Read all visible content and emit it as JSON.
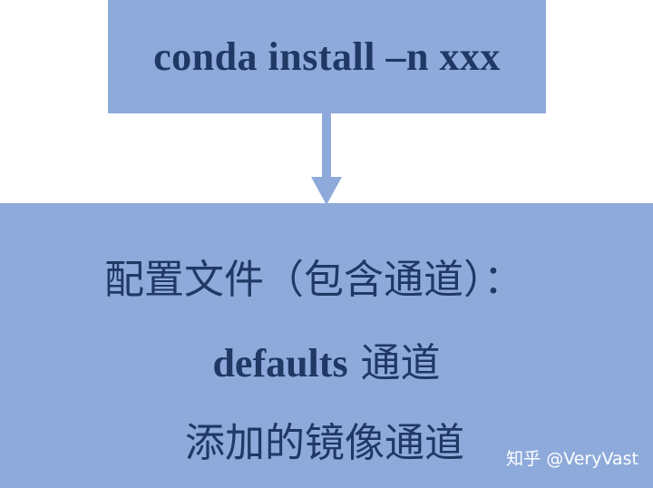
{
  "colors": {
    "box_fill": "#8eaadb",
    "text": "#1f3864",
    "arrow": "#8eaadb",
    "watermark": "#ffffff"
  },
  "top_box": {
    "command": "conda install –n xxx"
  },
  "bottom_box": {
    "line1": "配置文件（包含通道）：",
    "line2_prefix": "defaults",
    "line2_suffix": " 通道",
    "line3": "添加的镜像通道"
  },
  "watermark": "知乎 @VeryVast"
}
